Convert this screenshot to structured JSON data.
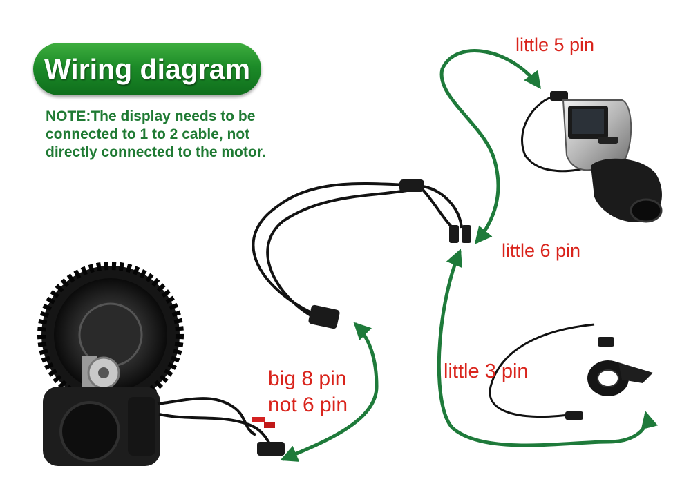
{
  "title": "Wiring diagram",
  "note": "NOTE:The display needs to be connected to 1 to 2 cable, not directly connected to the motor.",
  "labels": {
    "little5": "little 5 pin",
    "little6": "little 6 pin",
    "little3": "little  3 pin",
    "big8_line1": "big  8 pin",
    "big8_line2": "not 6 pin"
  },
  "colors": {
    "title_green": "#1c8b28",
    "note_green": "#1f7a33",
    "label_red": "#d9241c",
    "arrow_green": "#1e7a3a"
  }
}
